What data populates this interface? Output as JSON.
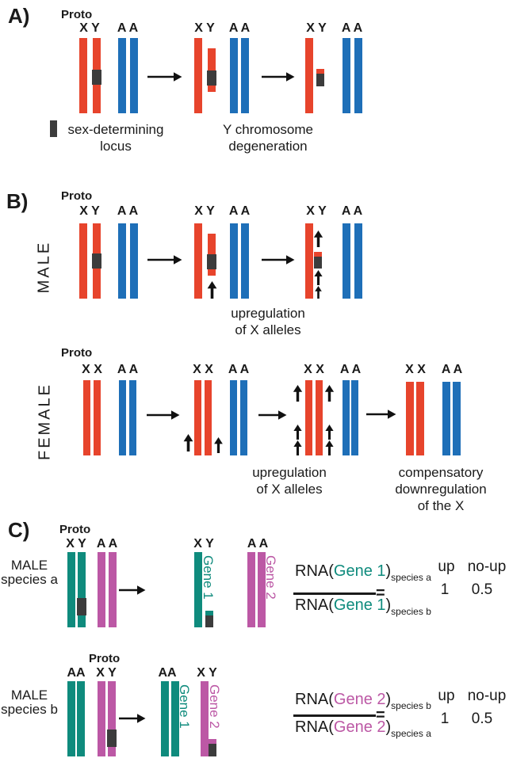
{
  "colors": {
    "x_chromosome_red": "#E7442C",
    "autosome_blue": "#1E6FB8",
    "species_a_teal": "#0F8B7D",
    "species_b_magenta": "#BC58A5",
    "locus_gray": "#3C3C3C",
    "text": "#1A1A1A"
  },
  "panel_a": {
    "letter": "A)",
    "proto": "Proto",
    "xy": "X Y",
    "aa": "A A",
    "legend_line1": "sex-determining",
    "legend_line2": "locus",
    "caption_line1": "Y chromosome",
    "caption_line2": "degeneration"
  },
  "panel_b": {
    "letter": "B)",
    "proto": "Proto",
    "male_label": "MALE",
    "female_label": "FEMALE",
    "xy": "X Y",
    "xx": "X X",
    "aa": "A A",
    "male_caption_line1": "upregulation",
    "male_caption_line2": "of X alleles",
    "upreg_caption_line1": "upregulation",
    "upreg_caption_line2": "of X alleles",
    "downreg_caption_line1": "compensatory",
    "downreg_caption_line2": "downregulation",
    "downreg_caption_line3": "of the X"
  },
  "panel_c": {
    "letter": "C)",
    "row_a": {
      "proto": "Proto",
      "species_line1": "MALE",
      "species_line2": "species a",
      "xy": "X Y",
      "aa": "A A",
      "gene1": "Gene 1",
      "gene2": "Gene 2",
      "eq": {
        "rna": "RNA(",
        "close": ")",
        "gene": "Gene 1",
        "sub_num": "species a",
        "sub_den": "species b",
        "equals": "=",
        "up": "up",
        "noup": "no-up",
        "up_val": "1",
        "noup_val": "0.5"
      }
    },
    "row_b": {
      "proto": "Proto",
      "species_line1": "MALE",
      "species_line2": "species b",
      "aa": "AA",
      "xy": "X Y",
      "gene1": "Gene 1",
      "gene2": "Gene 2",
      "eq": {
        "rna": "RNA(",
        "close": ")",
        "gene": "Gene 2",
        "sub_num": "species b",
        "sub_den": "species a",
        "equals": "=",
        "up": "up",
        "noup": "no-up",
        "up_val": "1",
        "noup_val": "0.5"
      }
    }
  }
}
